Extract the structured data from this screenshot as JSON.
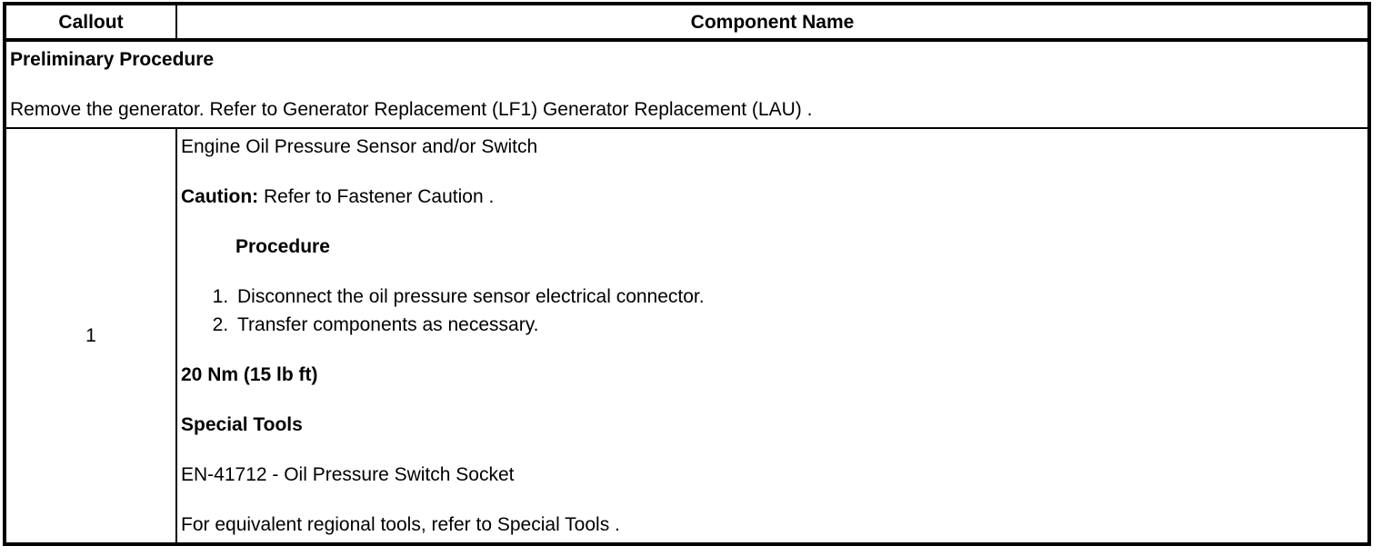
{
  "colors": {
    "background": "#ffffff",
    "text": "#000000",
    "border": "#000000"
  },
  "table": {
    "headers": {
      "callout": "Callout",
      "component": "Component Name"
    },
    "preliminary": {
      "title": "Preliminary Procedure",
      "body": "Remove the generator. Refer to Generator Replacement (LF1) Generator Replacement (LAU) ."
    },
    "row1": {
      "callout": "1",
      "component_title": "Engine Oil Pressure Sensor and/or Switch",
      "caution_label": "Caution:",
      "caution_text": "Refer to Fastener Caution .",
      "procedure_heading": "Procedure",
      "steps": [
        "Disconnect the oil pressure sensor electrical connector.",
        "Transfer components as necessary."
      ],
      "torque": "20 Nm (15 lb ft)",
      "special_tools_heading": "Special Tools",
      "special_tool": "EN-41712 - Oil Pressure Switch Socket",
      "equivalent_note": "For equivalent regional tools, refer to Special Tools ."
    }
  }
}
